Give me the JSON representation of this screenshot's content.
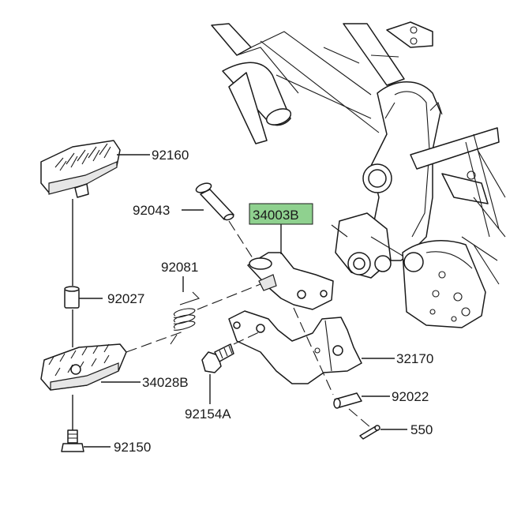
{
  "diagram": {
    "highlight_color": "#8fd18f",
    "line_color": "#1a1a1a",
    "parts": [
      {
        "id": "p92160",
        "label": "92160",
        "name": "footpeg-rubber"
      },
      {
        "id": "p92043",
        "label": "92043",
        "name": "pin"
      },
      {
        "id": "p34003B",
        "label": "34003B",
        "name": "bracket-assembly",
        "highlighted": true
      },
      {
        "id": "p92081",
        "label": "92081",
        "name": "spring"
      },
      {
        "id": "p92027",
        "label": "92027",
        "name": "collar"
      },
      {
        "id": "p34028B",
        "label": "34028B",
        "name": "footpeg"
      },
      {
        "id": "p32170",
        "label": "32170",
        "name": "bracket-plate"
      },
      {
        "id": "p92022",
        "label": "92022",
        "name": "washer"
      },
      {
        "id": "p92154A",
        "label": "92154A",
        "name": "bolt"
      },
      {
        "id": "p550",
        "label": "550",
        "name": "cotter-pin"
      },
      {
        "id": "p92150",
        "label": "92150",
        "name": "bolt-small"
      }
    ]
  }
}
